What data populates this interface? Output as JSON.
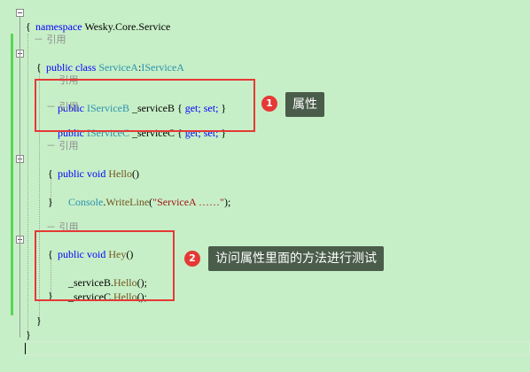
{
  "code": {
    "namespace_kw": "namespace",
    "namespace_name": "Wesky.Core.Service",
    "brace_open": "{",
    "brace_close": "}",
    "ref_label": "－ 引用",
    "public_kw": "public",
    "class_kw": "class",
    "void_kw": "void",
    "get_kw": "get;",
    "set_kw": "set;",
    "class_name": "ServiceA",
    "interface_a": "IServiceA",
    "interface_b": "IServiceB",
    "interface_c": "IServiceC",
    "field_b": "_serviceB",
    "field_c": "_serviceC",
    "hello_method": "Hello",
    "hey_method": "Hey",
    "console_type": "Console",
    "writeline": "WriteLine",
    "string_literal": "\"ServiceA ……\"",
    "parens": "()",
    "semicolon_close": ");",
    "call_b": "_serviceB.",
    "call_c": "_serviceC.",
    "call_tail": "();"
  },
  "annotations": [
    {
      "number": "1",
      "label": "属性"
    },
    {
      "number": "2",
      "label": "访问属性里面的方法进行测试"
    }
  ],
  "colors": {
    "background": "#c7efc7",
    "keyword": "#0000ff",
    "type": "#2b91af",
    "string": "#a31515",
    "highlight_box": "#e53935",
    "callout_bg": "#4a5c4a"
  }
}
